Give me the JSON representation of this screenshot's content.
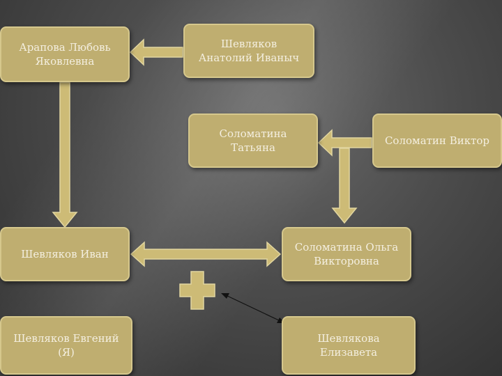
{
  "nodes": {
    "arapova": {
      "line1": "Арапова Любовь",
      "line2": "Яковлевна"
    },
    "shevlyakov_anatoliy": {
      "line1": "Шевляков",
      "line2": "Анатолий Иваныч"
    },
    "solomatina_tatyana": {
      "line1": "Соломатина",
      "line2": "Татьяна"
    },
    "solomatin_viktor": {
      "line1": "Соломатин Виктор"
    },
    "shevlyakov_ivan": {
      "line1": "Шевляков Иван"
    },
    "solomatina_olga": {
      "line1": "Соломатина Ольга",
      "line2": "Викторовна"
    },
    "shevlyakov_evgeniy": {
      "line1": "Шевляков Евгений",
      "line2": "(Я)"
    },
    "shevlyakova_elizaveta": {
      "line1": "Шевлякова",
      "line2": "Елизавета"
    }
  },
  "colors": {
    "box_fill": "#bfae70",
    "box_border": "#d6c88d",
    "arrow_fill": "#cdbb76",
    "text": "#f4efe0",
    "line": "#111111"
  }
}
